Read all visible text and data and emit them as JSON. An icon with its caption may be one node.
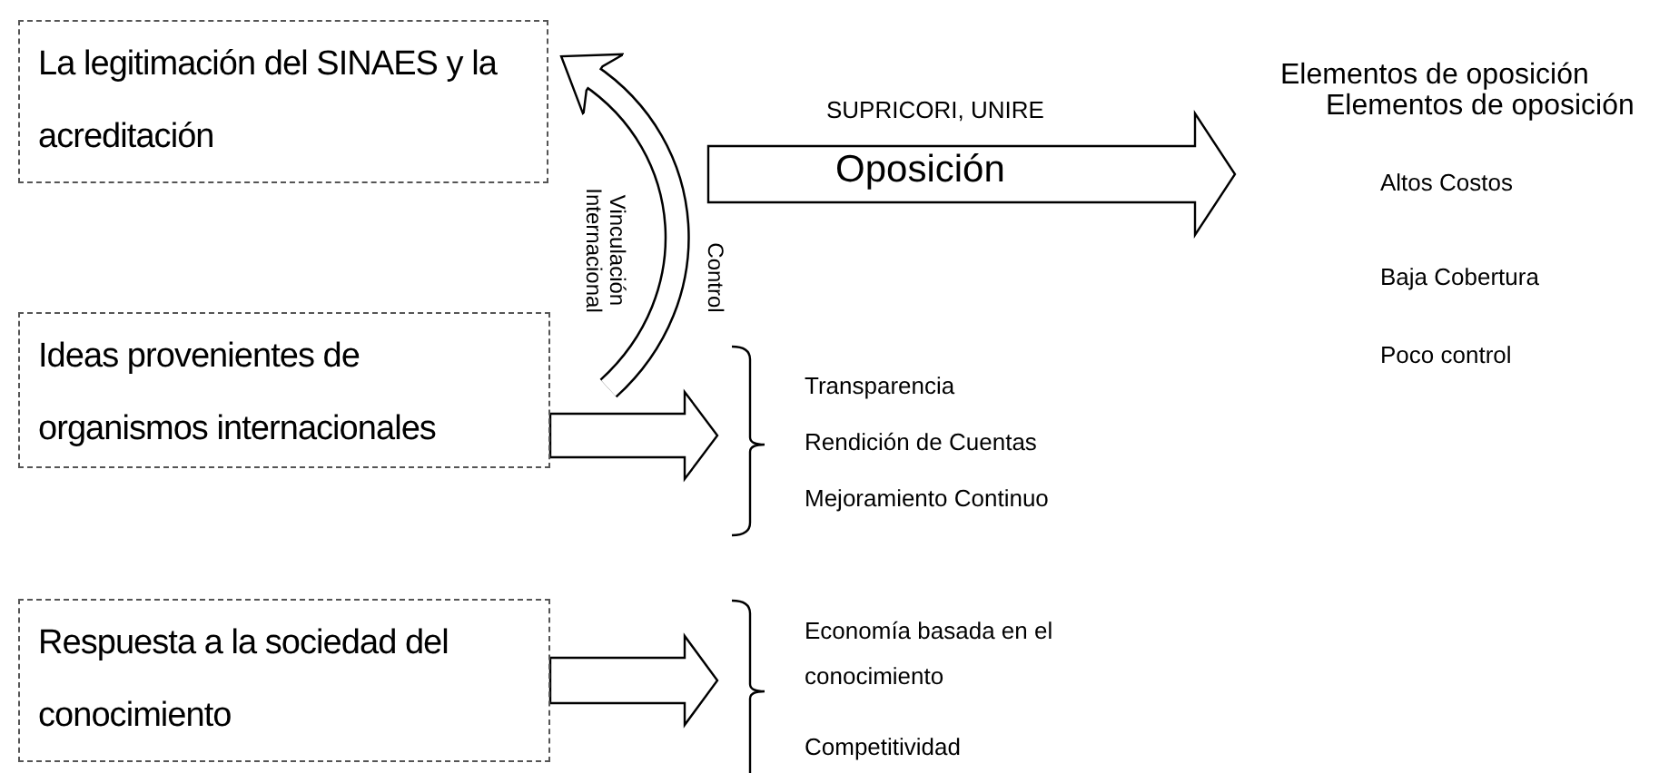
{
  "diagram": {
    "nodes": [
      {
        "text": [
          "La legitimación del SINAES y la acreditación"
        ]
      },
      {
        "text": [
          "Ideas provenientes de organismos internacionales"
        ]
      },
      {
        "text": [
          "Respuesta a la sociedad del conocimiento"
        ]
      },
      {
        "text": [
          "Transparencia",
          "Rendición de Cuentas",
          "Mejoramiento Continuo"
        ]
      },
      {
        "text": [
          "Economía basada en el conocimiento",
          "Competitividad"
        ]
      },
      {
        "text": [
          "Elementos de oposición",
          "Elementos de oposición",
          "Altos Costos",
          "Baja Cobertura",
          "Poco control"
        ]
      }
    ],
    "edges": [
      {
        "from": 0,
        "to": 5,
        "arrow": "to",
        "label": "Oposición"
      },
      {
        "from": 1,
        "to": 0,
        "arrow": "to",
        "label": "Vinculación Internacional"
      },
      {
        "from": 1,
        "to": 3,
        "arrow": "to"
      },
      {
        "from": 2,
        "to": 4,
        "arrow": "to"
      }
    ],
    "labels": [
      "SUPRICORI, UNIRE",
      "Control"
    ]
  }
}
